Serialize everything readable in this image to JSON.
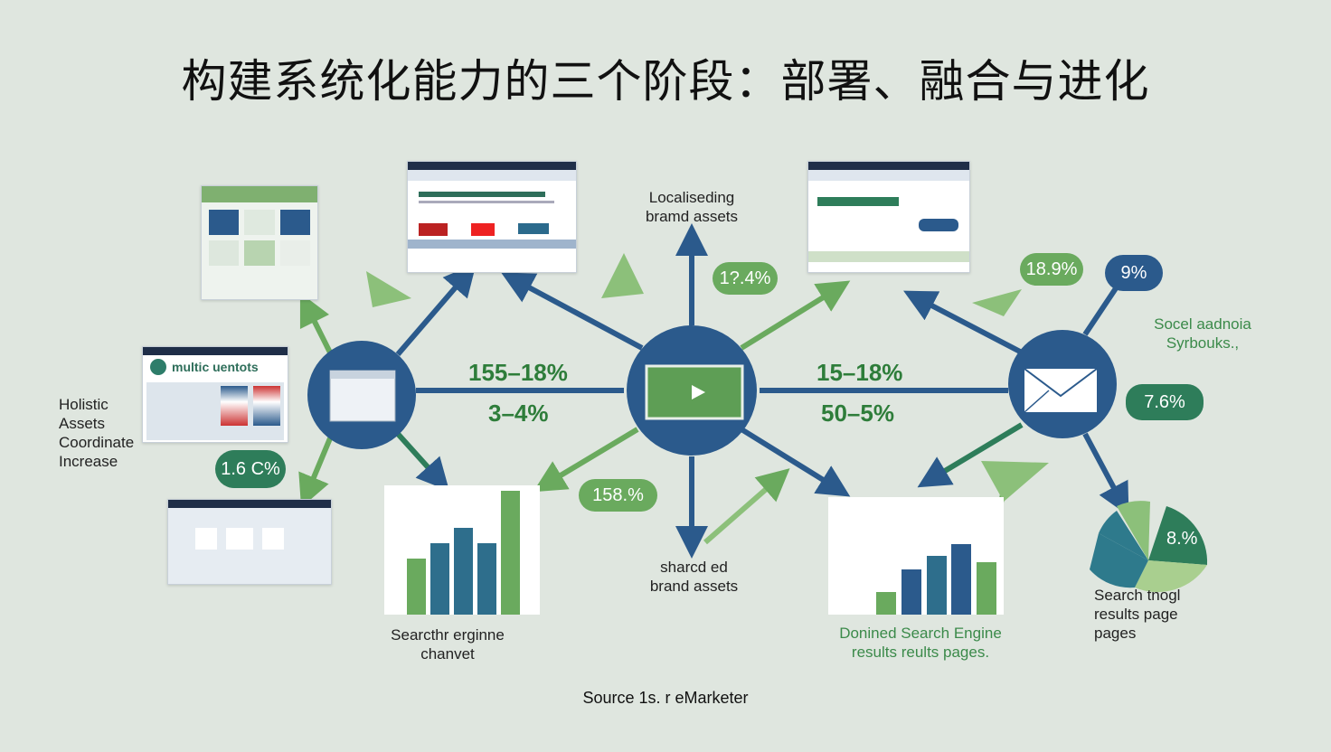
{
  "title": "构建系统化能力的三个阶段：部署、融合与进化",
  "colors": {
    "blue": "#2b5a8c",
    "green": "#6aaa5e",
    "dark_green": "#2e7d5a",
    "background": "#dfe6df"
  },
  "hubs": [
    {
      "icon": "browser-window-icon"
    },
    {
      "icon": "video-play-icon"
    },
    {
      "icon": "envelope-icon"
    }
  ],
  "stats": {
    "left_top": "155–18%",
    "left_bottom": "3–4%",
    "right_top": "15–18%",
    "right_bottom": "50–5%"
  },
  "pills": {
    "top_center": "1?.4%",
    "top_right_green": "18.9%",
    "top_right_blue": "9%",
    "right_middle": "7.6%",
    "left_lower": "1.6 C%",
    "center_lower": "158.%",
    "pie": "8.%"
  },
  "labels": {
    "top_center": [
      "Localiseding",
      "bramd assets"
    ],
    "bottom_center": [
      "sharcd ed",
      "brand assets"
    ],
    "left_chart": [
      "Searcthr erginne",
      "chanvet"
    ],
    "right_chart": [
      "Donined Search Engine",
      "results reults pages."
    ],
    "pie": [
      "Search tnogl",
      "results page",
      "pages"
    ],
    "social": [
      "Socel aadnoia",
      "Syrbouks.,"
    ],
    "left_side": [
      "Holistic",
      "Assets",
      "Coordinate",
      "Increase"
    ],
    "card_title": "multic uentots"
  },
  "left_chart_bars": [
    45,
    58,
    70,
    58,
    100
  ],
  "right_chart_bars": [
    22,
    45,
    58,
    70,
    52
  ],
  "source": "Source 1s. r eMarketer"
}
